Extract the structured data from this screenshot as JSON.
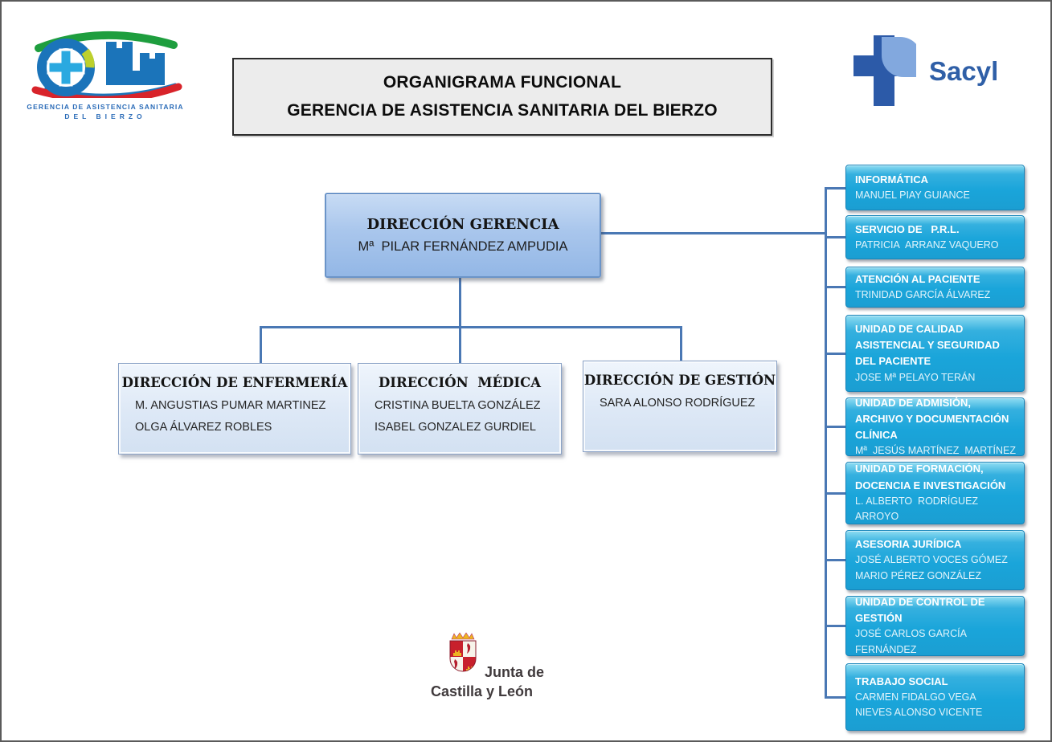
{
  "header": {
    "title_line1": "ORGANIGRAMA FUNCIONAL",
    "title_line2": "GERENCIA DE ASISTENCIA SANITARIA DEL BIERZO"
  },
  "logos": {
    "bierzo": {
      "line1": "GERENCIA DE ASISTENCIA SANITARIA",
      "line2": "DEL BIERZO"
    },
    "sacyl": {
      "label": "Sacyl"
    },
    "junta": {
      "line1": "Junta de",
      "line2": "Castilla y León"
    }
  },
  "org": {
    "root": {
      "title": "DIRECCIÓN GERENCIA",
      "names": [
        "Mª  PILAR FERNÁNDEZ AMPUDIA"
      ]
    },
    "directions": [
      {
        "title": "DIRECCIÓN DE ENFERMERÍA",
        "names": [
          "M. ANGUSTIAS PUMAR MARTINEZ",
          "OLGA ÁLVAREZ ROBLES"
        ]
      },
      {
        "title": "DIRECCIÓN  MÉDICA",
        "names": [
          "CRISTINA BUELTA GONZÁLEZ",
          "ISABEL GONZALEZ GURDIEL"
        ]
      },
      {
        "title": "DIRECCIÓN DE GESTIÓN",
        "names": [
          "SARA ALONSO RODRÍGUEZ"
        ]
      }
    ],
    "units": [
      {
        "title": "INFORMÁTICA",
        "names": [
          "MANUEL PIAY GUIANCE"
        ]
      },
      {
        "title": "SERVICIO DE   P.R.L.",
        "names": [
          "PATRICIA  ARRANZ VAQUERO"
        ]
      },
      {
        "title": "ATENCIÓN AL PACIENTE",
        "names": [
          "TRINIDAD GARCÍA ÁLVAREZ"
        ]
      },
      {
        "title": "UNIDAD DE CALIDAD ASISTENCIAL Y SEGURIDAD DEL PACIENTE",
        "names": [
          "JOSE Mª PELAYO TERÁN"
        ]
      },
      {
        "title": "UNIDAD DE ADMISIÓN, ARCHIVO Y DOCUMENTACIÓN CLÍNICA",
        "names": [
          "Mª  JESÚS MARTÍNEZ  MARTÍNEZ"
        ]
      },
      {
        "title": "UNIDAD DE FORMACIÓN, DOCENCIA E INVESTIGACIÓN",
        "names": [
          "L. ALBERTO  RODRÍGUEZ ARROYO"
        ]
      },
      {
        "title": "ASESORIA JURÍDICA",
        "names": [
          "JOSÉ ALBERTO VOCES GÓMEZ",
          "MARIO PÉREZ GONZÁLEZ"
        ]
      },
      {
        "title": "UNIDAD DE CONTROL DE GESTIÓN",
        "names": [
          "JOSÉ CARLOS GARCÍA FERNÁNDEZ"
        ]
      },
      {
        "title": "TRABAJO SOCIAL",
        "names": [
          "CARMEN FIDALGO VEGA",
          "NIEVES ALONSO VICENTE"
        ]
      }
    ]
  },
  "colors": {
    "unit_fill": "#1aa5da",
    "light_box_fill": "#dde8f6",
    "root_box_fill": "#a9c6ec",
    "connector": "#4a78b4",
    "sacyl_blue": "#2f5fa7",
    "bierzo_blue": "#1b74ba",
    "bierzo_green": "#1e9e3e",
    "bierzo_red": "#d8232a",
    "junta_red": "#c8202c",
    "junta_gold": "#edb421"
  }
}
